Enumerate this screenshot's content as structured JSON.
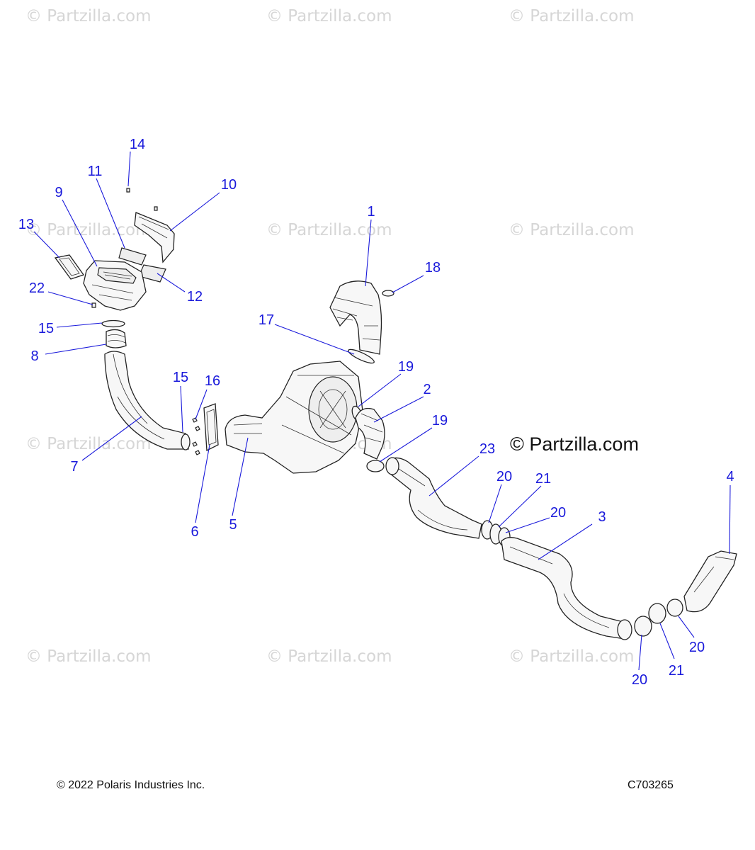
{
  "watermark_text": "© Partzilla.com",
  "brand_watermark": "© Partzilla.com",
  "callouts": {
    "c1": "1",
    "c2": "2",
    "c3": "3",
    "c4": "4",
    "c5": "5",
    "c6": "6",
    "c7": "7",
    "c8": "8",
    "c9": "9",
    "c10": "10",
    "c11": "11",
    "c12": "12",
    "c13": "13",
    "c14": "14",
    "c15a": "15",
    "c15b": "15",
    "c16": "16",
    "c17": "17",
    "c18": "18",
    "c19a": "19",
    "c19b": "19",
    "c20a": "20",
    "c20b": "20",
    "c20c": "20",
    "c20d": "20",
    "c21a": "21",
    "c21b": "21",
    "c22": "22",
    "c23": "23"
  },
  "footer": {
    "copyright": "© 2022 Polaris Industries Inc.",
    "drawing_code": "C703265"
  },
  "colors": {
    "callout": "#1a1adb",
    "watermark": "#d6d6d6",
    "line_art": "#222222"
  }
}
